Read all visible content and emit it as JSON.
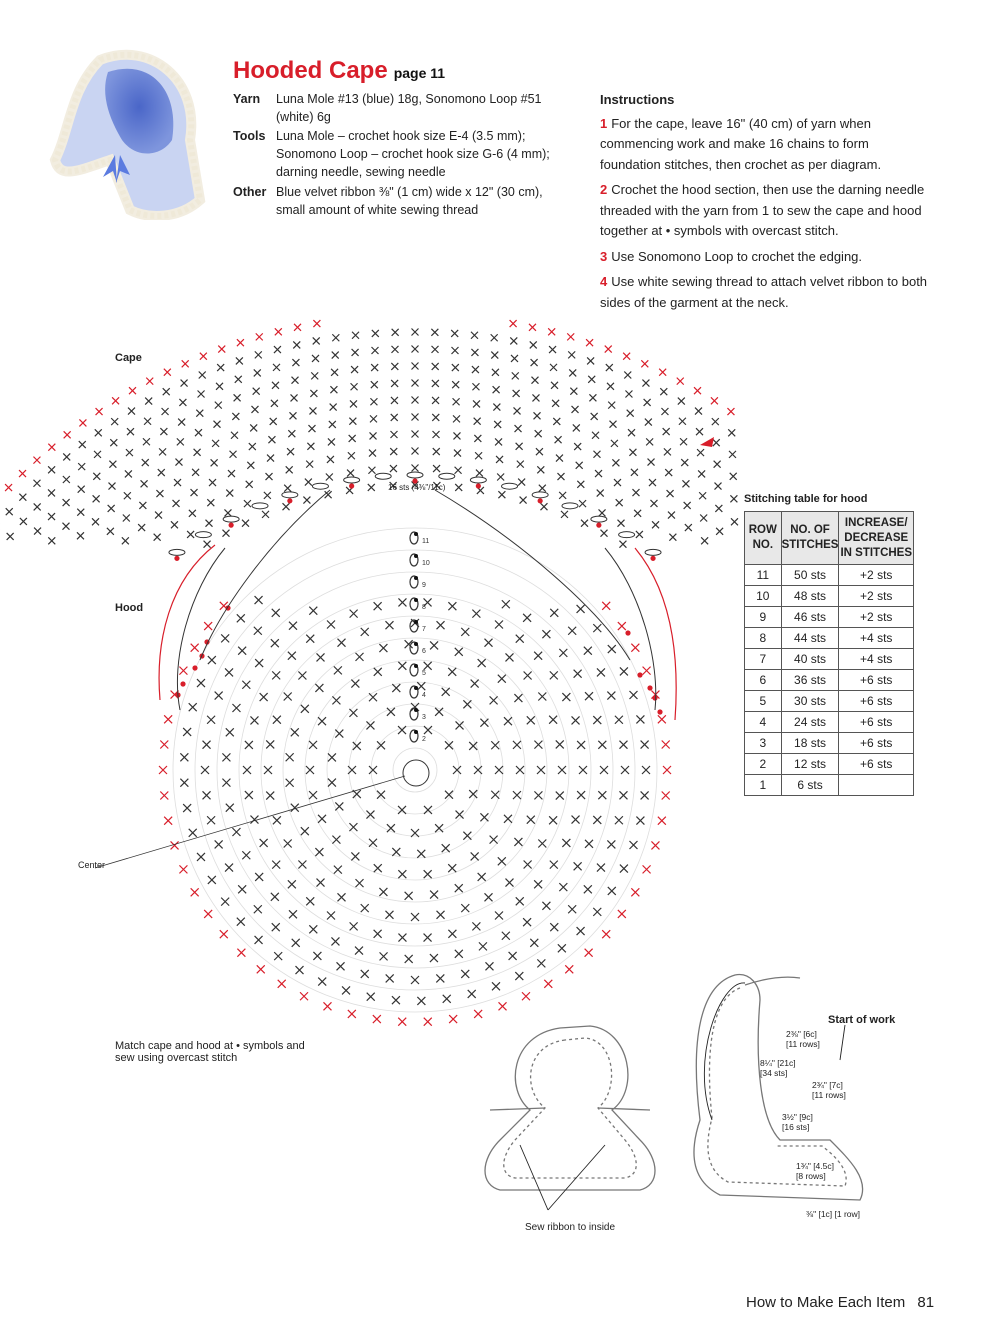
{
  "header": {
    "title": "Hooded Cape",
    "page_ref": "page 11"
  },
  "materials": [
    {
      "label": "Yarn",
      "value": "Luna Mole #13 (blue) 18g, Sonomono Loop #51 (white) 6g"
    },
    {
      "label": "Tools",
      "value": "Luna Mole – crochet hook size E-4 (3.5 mm); Sonomono Loop – crochet hook size G-6 (4 mm); darning needle, sewing needle"
    },
    {
      "label": "Other",
      "value": "Blue velvet ribbon ⅜\" (1 cm) wide x 12\" (30 cm), small amount of white sewing thread"
    }
  ],
  "instructions": {
    "heading": "Instructions",
    "steps": [
      {
        "num": "1",
        "text": "For the cape, leave 16\" (40 cm) of yarn when commencing work and make 16 chains to form foundation stitches, then crochet as per diagram."
      },
      {
        "num": "2",
        "text": "Crochet the hood section, then use the darning needle threaded with the yarn from 1 to sew the cape and hood together at • symbols with overcast stitch."
      },
      {
        "num": "3",
        "text": "Use Sonomono Loop to crochet the edging."
      },
      {
        "num": "4",
        "text": "Use white sewing thread to attach velvet ribbon to both sides of the garment at the neck."
      }
    ]
  },
  "diagram": {
    "cape_label": "Cape",
    "hood_label": "Hood",
    "center_label": "Center",
    "foundation_label": "16 sts (4⅜\"/11c)",
    "match_note": "Match cape and hood at • symbols and sew using overcast stitch",
    "hood_row_numbers": [
      "11",
      "10",
      "9",
      "8",
      "7",
      "6",
      "5",
      "4",
      "3",
      "2"
    ]
  },
  "stitch_table": {
    "title": "Stitching table for hood",
    "headers": [
      "ROW NO.",
      "NO. OF STITCHES",
      "INCREASE/ DECREASE IN STITCHES"
    ],
    "rows": [
      [
        "11",
        "50 sts",
        "+2 sts"
      ],
      [
        "10",
        "48 sts",
        "+2 sts"
      ],
      [
        "9",
        "46 sts",
        "+2 sts"
      ],
      [
        "8",
        "44 sts",
        "+4 sts"
      ],
      [
        "7",
        "40 sts",
        "+4 sts"
      ],
      [
        "6",
        "36 sts",
        "+6 sts"
      ],
      [
        "5",
        "30 sts",
        "+6 sts"
      ],
      [
        "4",
        "24 sts",
        "+6 sts"
      ],
      [
        "3",
        "18 sts",
        "+6 sts"
      ],
      [
        "2",
        "12 sts",
        "+6 sts"
      ],
      [
        "1",
        "6 sts",
        ""
      ]
    ]
  },
  "schematic": {
    "start_label": "Start of work",
    "sew_ribbon_label": "Sew ribbon to inside",
    "dims": [
      {
        "a": "2⅜\" [6c]",
        "b": "[11 rows]"
      },
      {
        "a": "8¼\" [21c]",
        "b": "[34 sts]"
      },
      {
        "a": "2¾\" [7c]",
        "b": "[11 rows]"
      },
      {
        "a": "3½\" [9c]",
        "b": "[16 sts]"
      },
      {
        "a": "1¾\" [4.5c]",
        "b": "[8 rows]"
      },
      {
        "a": "⅜\" [1c] [1 row]",
        "b": ""
      }
    ]
  },
  "footer": {
    "text": "How to Make Each Item",
    "page_number": "81"
  },
  "colors": {
    "accent": "#d81e2a",
    "text": "#222222",
    "chart_line": "#333333",
    "table_header_bg": "#e8e8e8"
  }
}
